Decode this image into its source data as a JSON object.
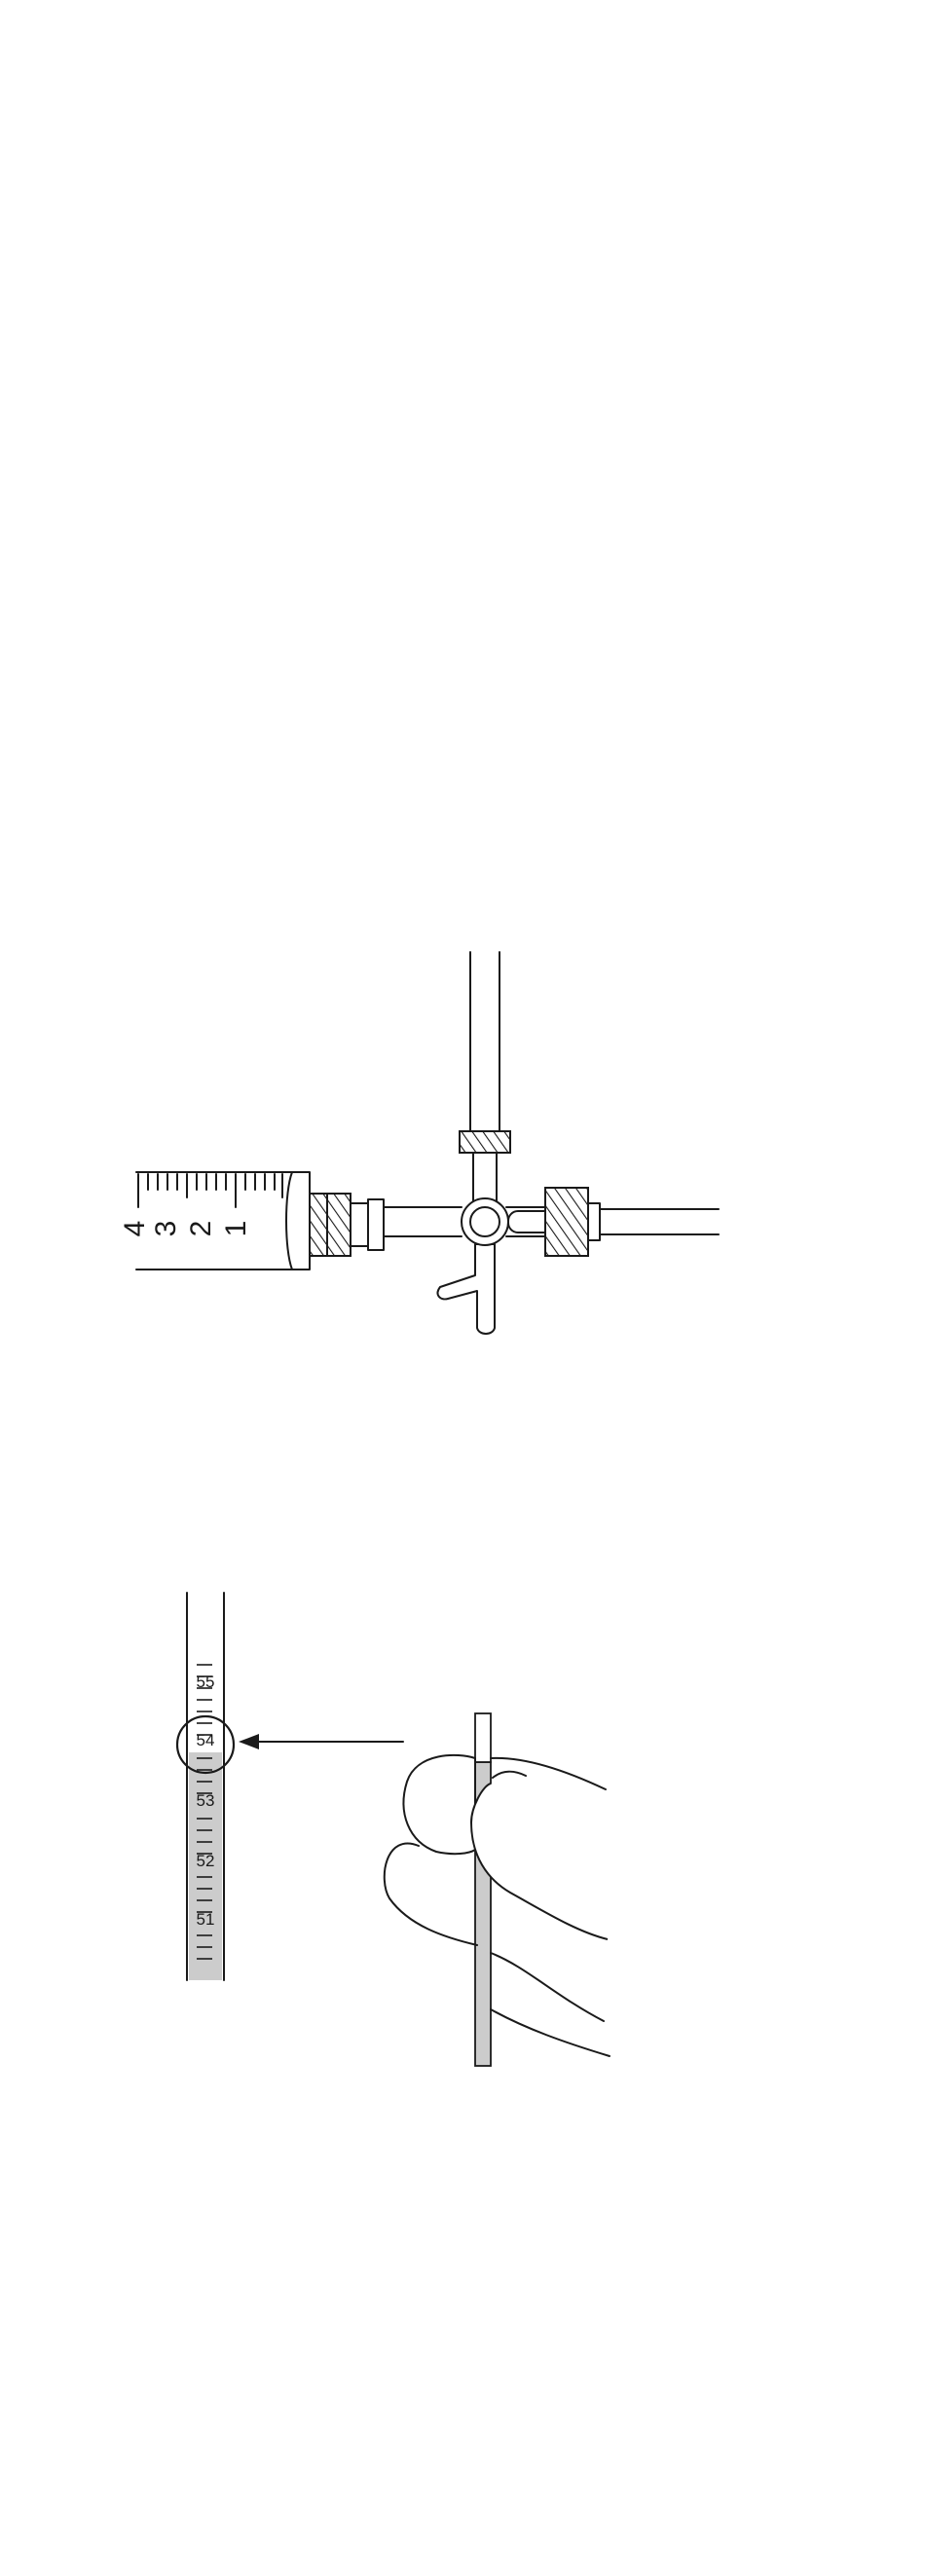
{
  "syringe": {
    "scale_labels": [
      "1",
      "2",
      "3",
      "4"
    ]
  },
  "tube": {
    "scale_labels": [
      "55",
      "54",
      "53",
      "52",
      "51"
    ],
    "highlighted_value": "54"
  },
  "colors": {
    "line": "#1a1a1a",
    "fluid_column": "#cccccc",
    "background": "#ffffff"
  }
}
